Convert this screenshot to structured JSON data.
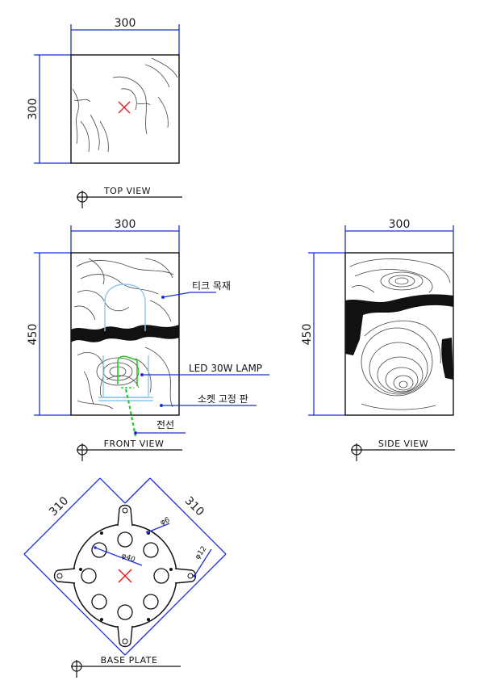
{
  "top_view": {
    "width_dim": "300",
    "height_dim": "300",
    "title": "TOP VIEW"
  },
  "front_view": {
    "width_dim": "300",
    "height_dim": "450",
    "title": "FRONT VIEW",
    "labels": {
      "teak": "티크 목재",
      "lamp": "LED 30W LAMP",
      "socket": "소켓 고정 판",
      "wire": "전선"
    }
  },
  "side_view": {
    "width_dim": "300",
    "height_dim": "450",
    "title": "SIDE VIEW"
  },
  "base_plate": {
    "dim_left": "310",
    "dim_right": "310",
    "hole_a": "φ6",
    "hole_b": "φ12",
    "hole_c": "φ40",
    "title": "BASE PLATE"
  },
  "colors": {
    "dimension": "#1f2fd6",
    "center_mark": "#e02020",
    "lamp_outline": "#8fc6ec",
    "wire": "#22cc22"
  }
}
